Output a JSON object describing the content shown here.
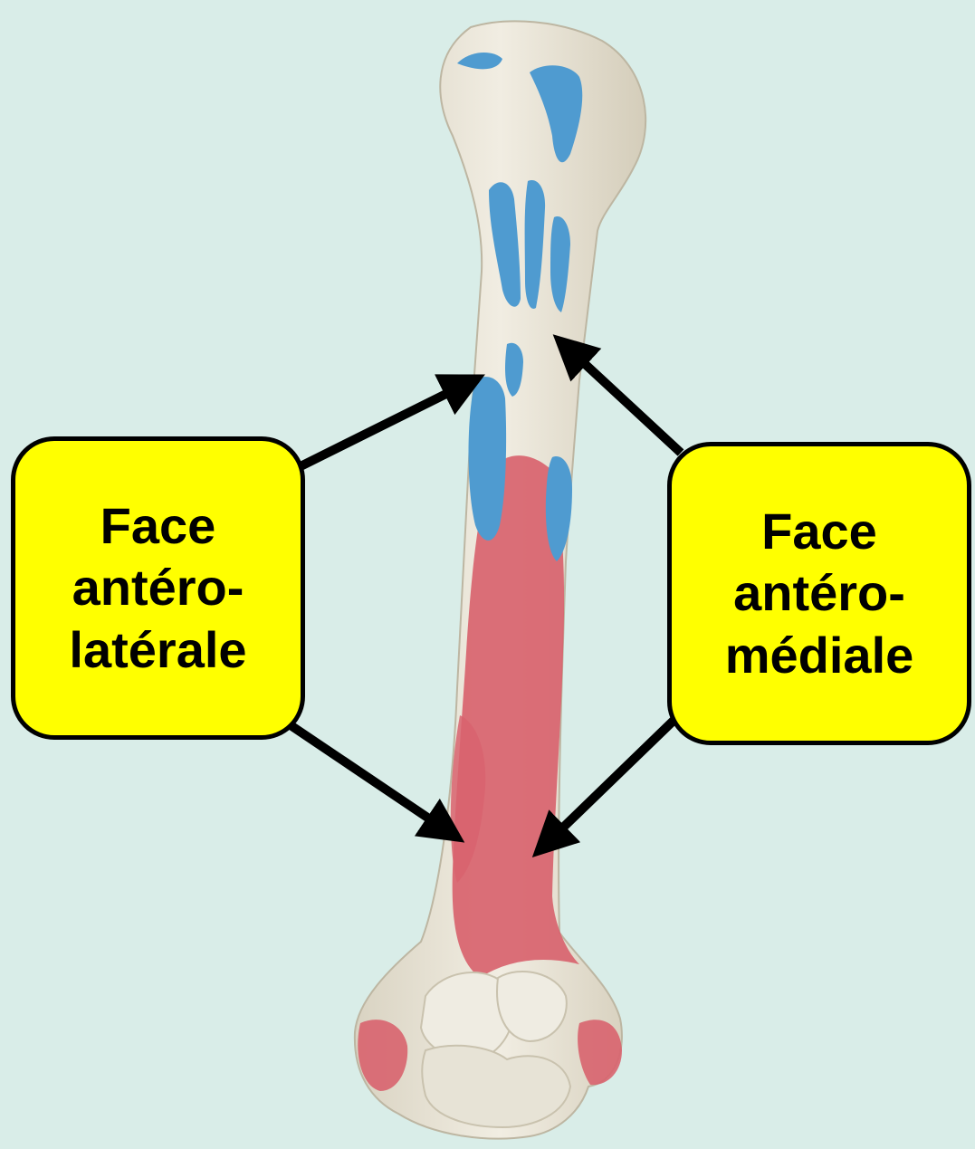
{
  "labels": {
    "left": {
      "line1": "Face",
      "line2": "antéro-",
      "line3": "latérale"
    },
    "right": {
      "line1": "Face",
      "line2": "antéro-",
      "line3": "médiale"
    }
  },
  "colors": {
    "background": "#d9ede8",
    "bone": "#ebe6d8",
    "red_surface": "#d8636e",
    "blue_insertions": "#4f9bd0",
    "callout": "#ffff00",
    "arrow": "#000000"
  }
}
